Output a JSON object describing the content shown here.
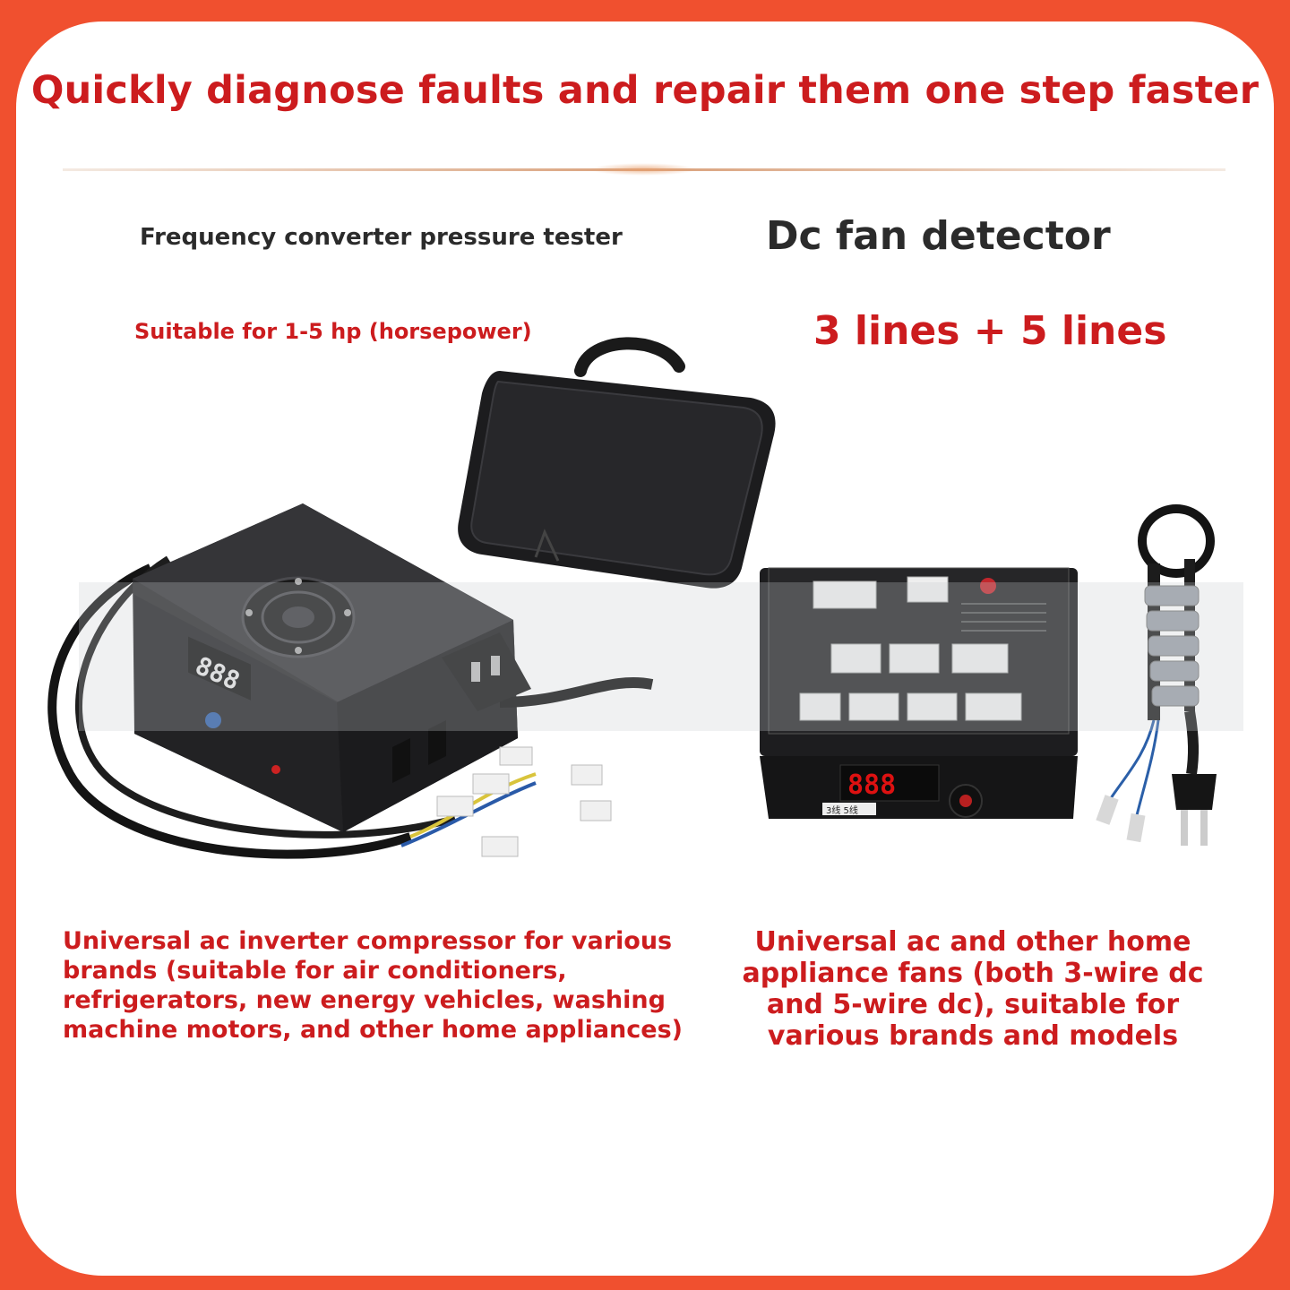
{
  "headline": "Quickly diagnose faults and repair them one step faster",
  "left_product": {
    "title": "Frequency converter pressure tester",
    "spec": "Suitable for 1-5 hp (horsepower)",
    "display": "888",
    "description": "Universal ac inverter compressor for various brands (suitable for air conditioners, refrigerators, new energy vehicles, washing machine motors, and other home appliances)"
  },
  "right_product": {
    "title": "Dc fan detector",
    "spec": "3 lines + 5 lines",
    "display": "888",
    "switch_label": "3线 5线",
    "description": "Universal ac and other home appliance fans (both 3-wire dc and 5-wire dc), suitable for various brands and models"
  },
  "colors": {
    "frame": "#f0502f",
    "accent_red": "#cc1c1e",
    "dark_text": "#2b2b2b"
  }
}
